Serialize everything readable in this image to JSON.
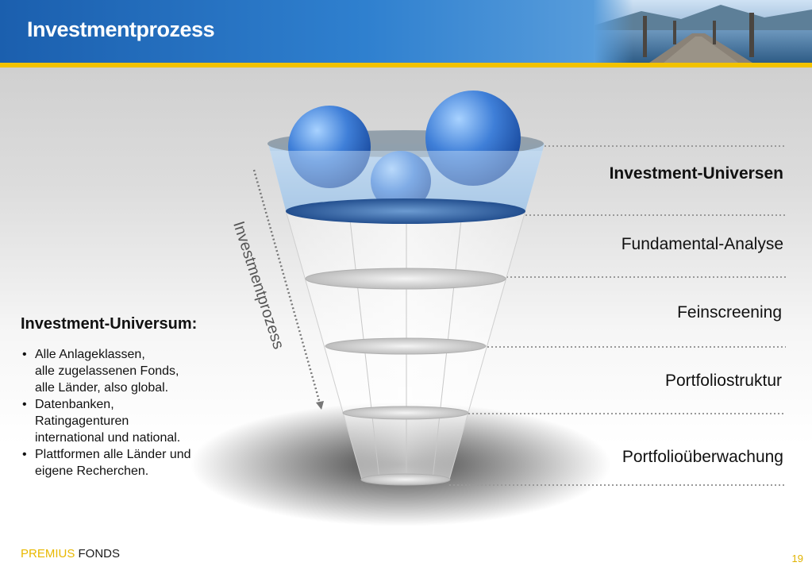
{
  "header": {
    "title": "Investmentprozess"
  },
  "funnel": {
    "process_label": "Investmentprozess",
    "stages": [
      {
        "label": "Investment-Universen",
        "bold": true
      },
      {
        "label": "Fundamental-Analyse",
        "bold": false
      },
      {
        "label": "Feinscreening",
        "bold": false
      },
      {
        "label": "Portfoliostruktur",
        "bold": false
      },
      {
        "label": "Portfolioüberwachung",
        "bold": false
      }
    ]
  },
  "universum": {
    "heading": "Investment-Universum:",
    "bullets": [
      {
        "lines": [
          "Alle Anlageklassen,",
          "alle zugelassenen Fonds,",
          "alle Länder, also global."
        ]
      },
      {
        "lines": [
          "Datenbanken,",
          "Ratingagenturen",
          "international und national."
        ]
      },
      {
        "lines": [
          "Plattformen alle Länder und",
          "eigene Recherchen."
        ]
      }
    ],
    "bullet_char": "•"
  },
  "footer": {
    "brand_part1": "PREMIUS",
    "brand_part2": "FONDS",
    "page_number": "19"
  },
  "colors": {
    "header_blue": "#1b5fae",
    "accent_yellow": "#f2c200",
    "sphere_blue": "#2f6fd0"
  }
}
